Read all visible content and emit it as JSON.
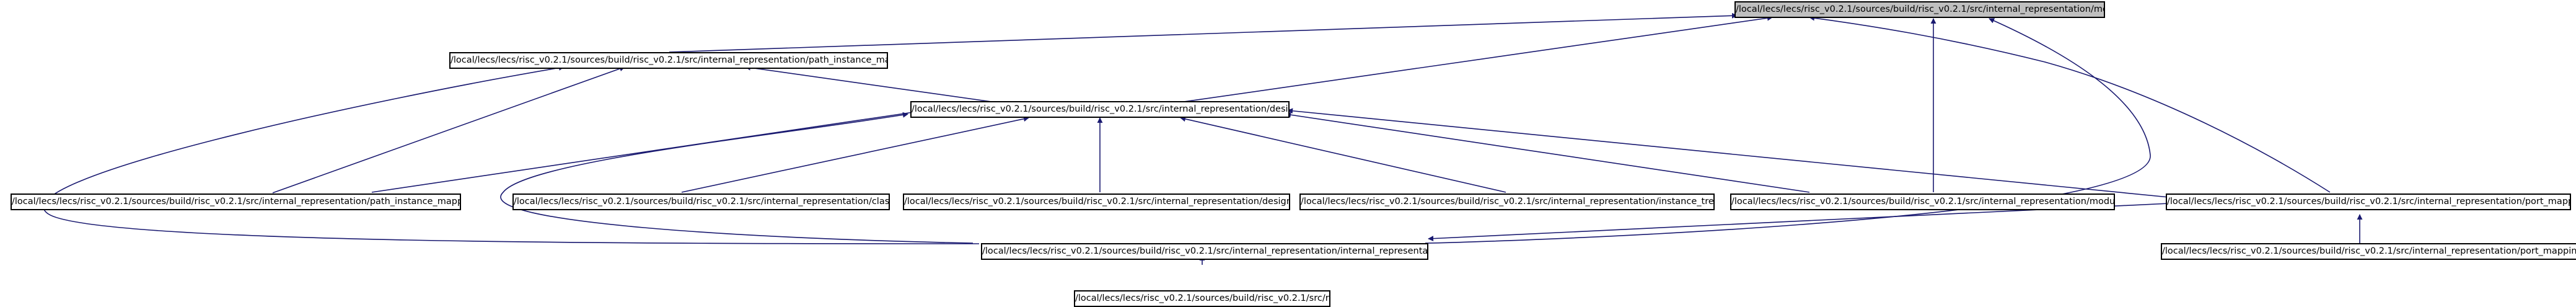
{
  "colors": {
    "edge": "#191970",
    "root_fill": "#bfbfbf",
    "node_fill": "#ffffff",
    "border": "#000000"
  },
  "nodes": {
    "module_h": "/local/lecs/lecs/risc_v0.2.1/sources/build/risc_v0.2.1/src/internal_representation/module.h",
    "path_instance_mapper_h": "/local/lecs/lecs/risc_v0.2.1/sources/build/risc_v0.2.1/src/internal_representation/path_instance_mapper.h",
    "design_h": "/local/lecs/lecs/risc_v0.2.1/sources/build/risc_v0.2.1/src/internal_representation/design.h",
    "path_instance_mapper_cpp": "/local/lecs/lecs/risc_v0.2.1/sources/build/risc_v0.2.1/src/internal_representation/path_instance_mapper.cpp",
    "class_cpp": "/local/lecs/lecs/risc_v0.2.1/sources/build/risc_v0.2.1/src/internal_representation/class.cpp",
    "design_cpp": "/local/lecs/lecs/risc_v0.2.1/sources/build/risc_v0.2.1/src/internal_representation/design.cpp",
    "instance_tree_cpp": "/local/lecs/lecs/risc_v0.2.1/sources/build/risc_v0.2.1/src/internal_representation/instance_tree.cpp",
    "module_cpp": "/local/lecs/lecs/risc_v0.2.1/sources/build/risc_v0.2.1/src/internal_representation/module.cpp",
    "port_mapping_h": "/local/lecs/lecs/risc_v0.2.1/sources/build/risc_v0.2.1/src/internal_representation/port_mapping.h",
    "internal_representation_h": "/local/lecs/lecs/risc_v0.2.1/sources/build/risc_v0.2.1/src/internal_representation/internal_representation.h",
    "port_mapping_cpp": "/local/lecs/lecs/risc_v0.2.1/sources/build/risc_v0.2.1/src/internal_representation/port_mapping.cpp",
    "risc_h": "/local/lecs/lecs/risc_v0.2.1/sources/build/risc_v0.2.1/src/risc.h"
  }
}
